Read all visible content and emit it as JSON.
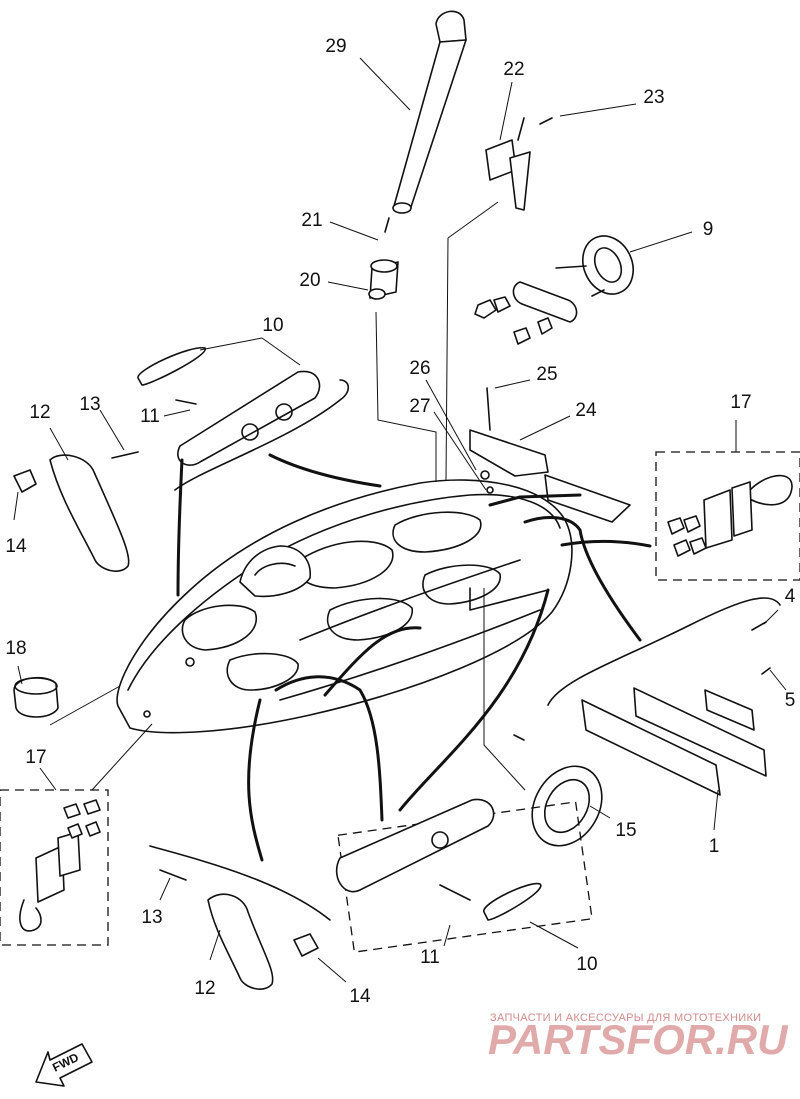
{
  "callouts": [
    {
      "id": "c29",
      "label": "29"
    },
    {
      "id": "c22",
      "label": "22"
    },
    {
      "id": "c23",
      "label": "23"
    },
    {
      "id": "c21",
      "label": "21"
    },
    {
      "id": "c9",
      "label": "9"
    },
    {
      "id": "c20",
      "label": "20"
    },
    {
      "id": "c10a",
      "label": "10"
    },
    {
      "id": "c26",
      "label": "26"
    },
    {
      "id": "c25",
      "label": "25"
    },
    {
      "id": "c13a",
      "label": "13"
    },
    {
      "id": "c12a",
      "label": "12"
    },
    {
      "id": "c27",
      "label": "27"
    },
    {
      "id": "c11a",
      "label": "11"
    },
    {
      "id": "c24",
      "label": "24"
    },
    {
      "id": "c17a",
      "label": "17"
    },
    {
      "id": "c14a",
      "label": "14"
    },
    {
      "id": "c4",
      "label": "4"
    },
    {
      "id": "c18",
      "label": "18"
    },
    {
      "id": "c5",
      "label": "5"
    },
    {
      "id": "c17b",
      "label": "17"
    },
    {
      "id": "c15",
      "label": "15"
    },
    {
      "id": "c1",
      "label": "1"
    },
    {
      "id": "c13b",
      "label": "13"
    },
    {
      "id": "c11b",
      "label": "11"
    },
    {
      "id": "c10b",
      "label": "10"
    },
    {
      "id": "c12b",
      "label": "12"
    },
    {
      "id": "c14b",
      "label": "14"
    }
  ],
  "direction_marker": {
    "label": "FWD"
  },
  "watermark": {
    "tagline": "ЗАПЧАСТИ И АКСЕССУАРЫ ДЛЯ МОТОТЕХНИКИ",
    "logo": "PARTSFOR.RU"
  }
}
